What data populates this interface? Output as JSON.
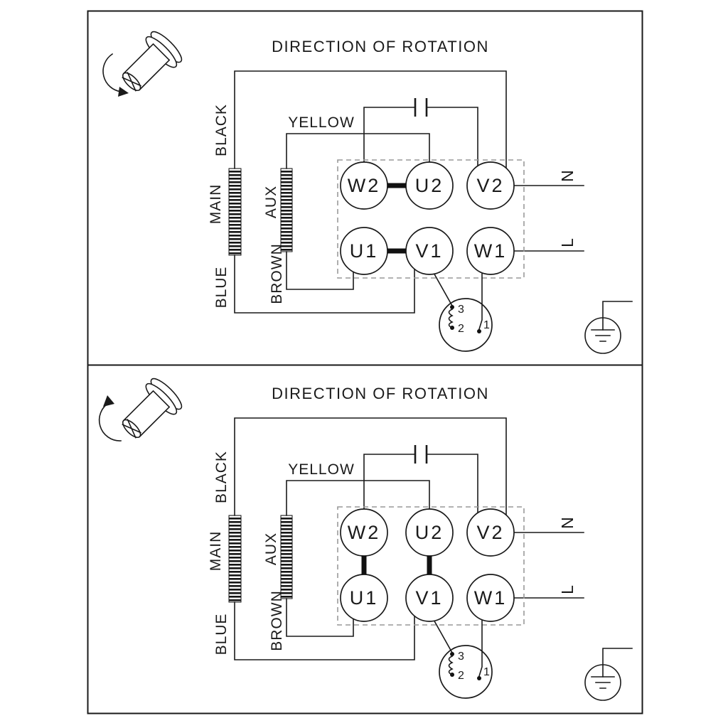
{
  "diagram": {
    "type": "motor-wiring-diagram",
    "background": "#ffffff",
    "line_color": "#1a1a1a",
    "dashed_box_color": "#999999",
    "panels": [
      {
        "title": "DIRECTION OF ROTATION",
        "rotation_direction": "clockwise",
        "labels": {
          "black": "BLACK",
          "yellow": "YELLOW",
          "main": "MAIN",
          "aux": "AUX",
          "brown": "BROWN",
          "blue": "BLUE"
        },
        "terminals": {
          "w2": "W2",
          "u2": "U2",
          "v2": "V2",
          "u1": "U1",
          "v1": "V1",
          "w1": "W1"
        },
        "supply": {
          "neutral": "N",
          "line": "L"
        },
        "protector_pins": {
          "pin3": "3",
          "pin2": "2",
          "pin1": "1"
        },
        "links": [
          "W2-U2",
          "U1-V1"
        ]
      },
      {
        "title": "DIRECTION OF ROTATION",
        "rotation_direction": "counterclockwise",
        "labels": {
          "black": "BLACK",
          "yellow": "YELLOW",
          "main": "MAIN",
          "aux": "AUX",
          "brown": "BROWN",
          "blue": "BLUE"
        },
        "terminals": {
          "w2": "W2",
          "u2": "U2",
          "v2": "V2",
          "u1": "U1",
          "v1": "V1",
          "w1": "W1"
        },
        "supply": {
          "neutral": "N",
          "line": "L"
        },
        "protector_pins": {
          "pin3": "3",
          "pin2": "2",
          "pin1": "1"
        },
        "links": [
          "W2-U1",
          "U2-V1"
        ]
      }
    ]
  }
}
